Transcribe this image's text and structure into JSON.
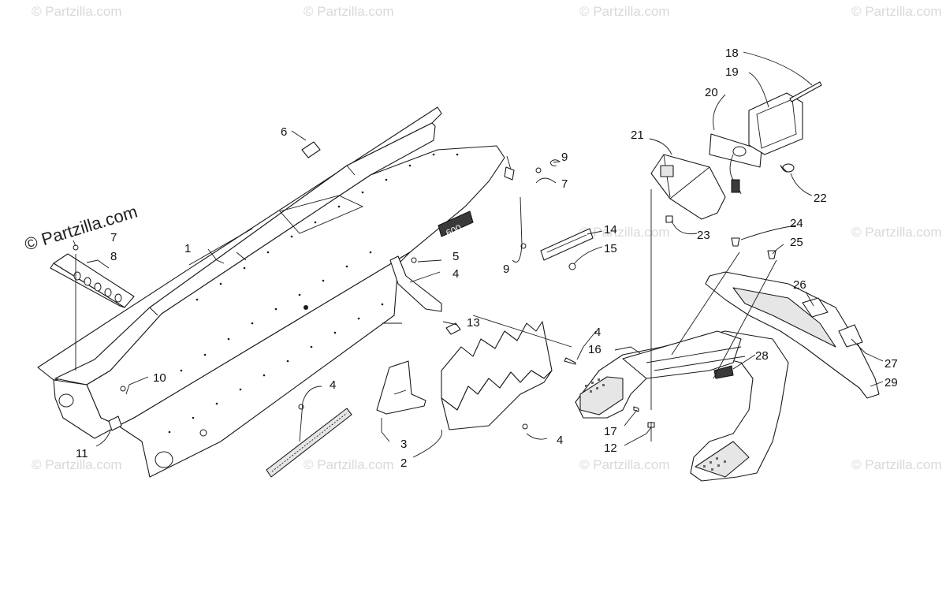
{
  "brand_watermark": "© Partzilla.com",
  "watermark_text": "© Partzilla.com",
  "decal_text": "600",
  "callouts": [
    {
      "id": "c1",
      "label": "1"
    },
    {
      "id": "c2",
      "label": "2"
    },
    {
      "id": "c3",
      "label": "3"
    },
    {
      "id": "c4a",
      "label": "4"
    },
    {
      "id": "c4b",
      "label": "4"
    },
    {
      "id": "c4c",
      "label": "4"
    },
    {
      "id": "c4d",
      "label": "4"
    },
    {
      "id": "c5",
      "label": "5"
    },
    {
      "id": "c6",
      "label": "6"
    },
    {
      "id": "c7a",
      "label": "7"
    },
    {
      "id": "c7b",
      "label": "7"
    },
    {
      "id": "c8",
      "label": "8"
    },
    {
      "id": "c9a",
      "label": "9"
    },
    {
      "id": "c9b",
      "label": "9"
    },
    {
      "id": "c10",
      "label": "10"
    },
    {
      "id": "c11",
      "label": "11"
    },
    {
      "id": "c12",
      "label": "12"
    },
    {
      "id": "c13",
      "label": "13"
    },
    {
      "id": "c14",
      "label": "14"
    },
    {
      "id": "c15",
      "label": "15"
    },
    {
      "id": "c16",
      "label": "16"
    },
    {
      "id": "c17",
      "label": "17"
    },
    {
      "id": "c18",
      "label": "18"
    },
    {
      "id": "c19",
      "label": "19"
    },
    {
      "id": "c20",
      "label": "20"
    },
    {
      "id": "c21",
      "label": "21"
    },
    {
      "id": "c22",
      "label": "22"
    },
    {
      "id": "c23",
      "label": "23"
    },
    {
      "id": "c24",
      "label": "24"
    },
    {
      "id": "c25",
      "label": "25"
    },
    {
      "id": "c26",
      "label": "26"
    },
    {
      "id": "c27",
      "label": "27"
    },
    {
      "id": "c28",
      "label": "28"
    },
    {
      "id": "c29",
      "label": "29"
    }
  ]
}
